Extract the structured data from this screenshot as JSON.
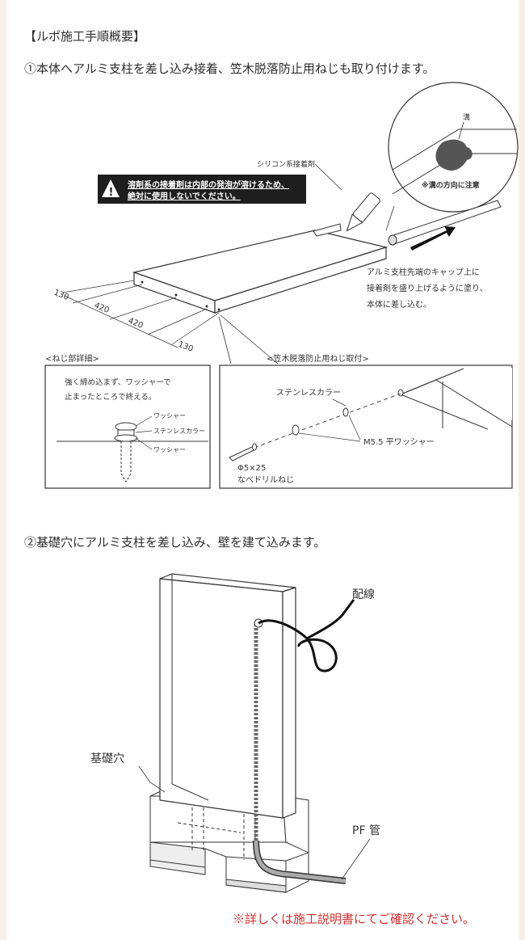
{
  "title": "【ルポ施工手順概要】",
  "step1": {
    "heading": "①本体へアルミ支柱を差し込み接着、笠木脱落防止用ねじも取り付けます。",
    "warning": [
      "溶剤系の接着剤は内部の発泡が溶けるため、",
      "絶対に使用しないでください。"
    ],
    "adhesive_label": "シリコン系接着剤",
    "groove_label": "溝",
    "groove_note": "※溝の方向に注意",
    "insert_note": [
      "アルミ支柱先端のキャップ上に",
      "接着剤を盛り上げるように塗り、",
      "本体に差し込む。"
    ],
    "dimensions": [
      "130",
      "420",
      "420",
      "130"
    ],
    "screw_detail": {
      "heading": "<ねじ部詳細>",
      "note": [
        "強く締め込まず、ワッシャーで",
        "止まったところで終える。"
      ],
      "washer_top": "ワッシャー",
      "collar": "ステンレスカラー",
      "washer_bottom": "ワッシャー"
    },
    "coping_detail": {
      "heading": "<笠木脱落防止用ねじ取付>",
      "collar": "ステンレスカラー",
      "washer": "M5.5 平ワッシャー",
      "screw": [
        "Φ5×25",
        "なべドリルねじ"
      ]
    }
  },
  "step2": {
    "heading": "②基礎穴にアルミ支柱を差し込み、壁を建て込みます。",
    "wiring_label": "配線",
    "foundation_label": "基礎穴",
    "pf_label": "PF 管"
  },
  "note": "※詳しくは施工説明書にてご確認ください。",
  "colors": {
    "note": "#d62e2e",
    "background": "#f7efe7",
    "warning_bg": "#1e1e1e"
  }
}
